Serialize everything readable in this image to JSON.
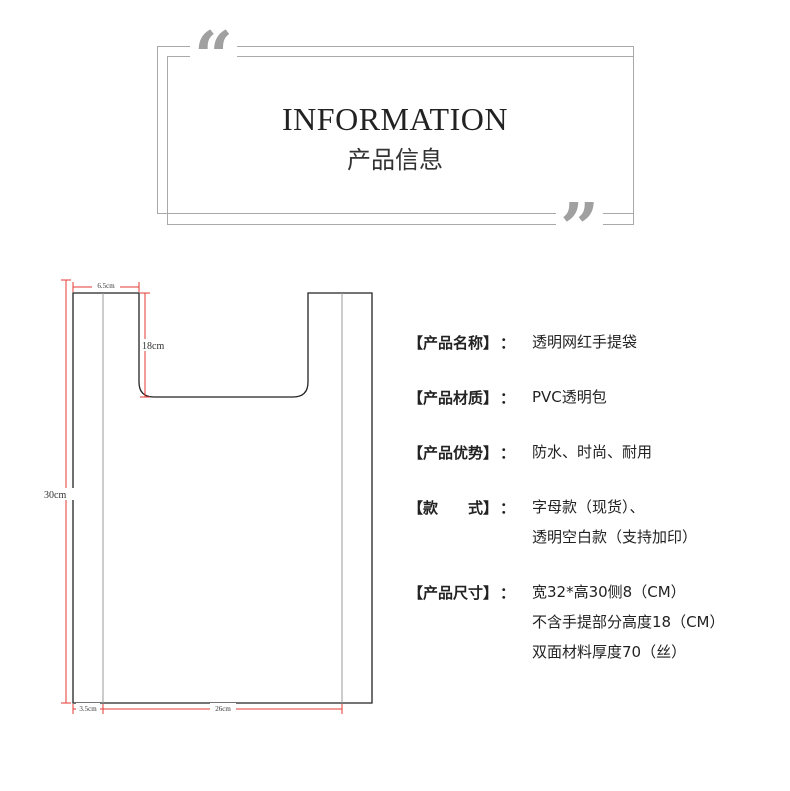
{
  "header": {
    "open_quote": "“",
    "close_quote": "”",
    "title_en": "INFORMATION",
    "title_cn": "产品信息"
  },
  "diagram": {
    "handle_width_label": "6.5cm",
    "handle_depth_label": "18cm",
    "height_label": "30cm",
    "side_label": "3.5cm",
    "width_label": "26cm",
    "outline_color": "#222222",
    "dimension_color": "#e53935"
  },
  "specs": [
    {
      "label": "【产品名称】",
      "colon": "：",
      "values": [
        "透明网红手提袋"
      ]
    },
    {
      "label": "【产品材质】",
      "colon": "：",
      "values": [
        "PVC透明包"
      ]
    },
    {
      "label": "【产品优势】",
      "colon": "：",
      "values": [
        "防水、时尚、耐用"
      ]
    },
    {
      "label": "【款　　式】",
      "colon": "：",
      "values": [
        "字母款（现货）、",
        "透明空白款（支持加印）"
      ]
    },
    {
      "label": "【产品尺寸】",
      "colon": "：",
      "values": [
        "宽32*高30侧8（CM）",
        "不含手提部分高度18（CM）",
        "双面材料厚度70（丝）"
      ]
    }
  ]
}
